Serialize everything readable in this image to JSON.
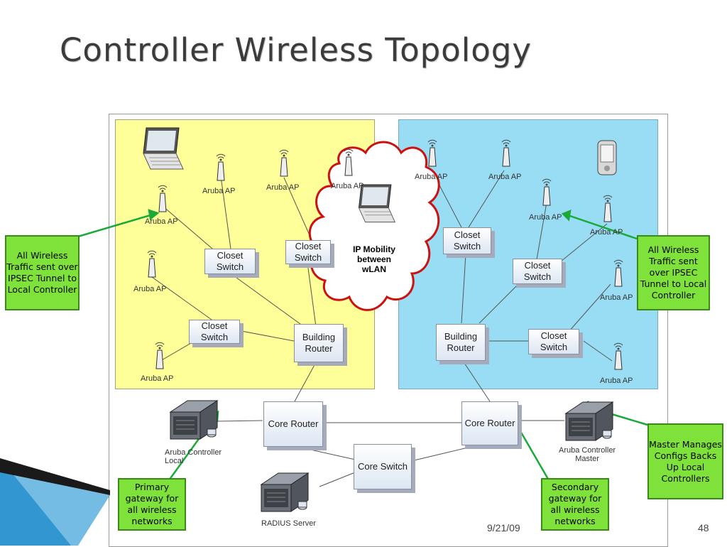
{
  "title": "Controller Wireless Topology",
  "nodes": {
    "closet_switch_label": "Closet Switch",
    "building_router_label": "Building Router",
    "core_router_label": "Core Router",
    "core_switch_label": "Core Switch",
    "aruba_ap_label": "Aruba AP",
    "controller_local_label": "Aruba Controller Local",
    "controller_master_label": "Aruba Controller Master",
    "radius_label": "RADIUS Server",
    "cloud_label": "IP Mobility between wLAN"
  },
  "callouts": {
    "left_traffic": "All Wireless Traffic sent over IPSEC Tunnel to Local Controller",
    "right_traffic": "All Wireless Traffic sent over IPSEC Tunnel to Local Controller",
    "master": "Master Manages Configs Backs Up Local Controllers",
    "primary": "Primary gateway for all wireless networks",
    "secondary": "Secondary gateway for all wireless networks"
  },
  "footer": {
    "date": "9/21/09",
    "page": "48"
  },
  "colors": {
    "left_zone": "#ffff99",
    "right_zone": "#99ddf5",
    "callout_fill": "#7fe23a",
    "arrow": "#1aaa3a",
    "cloud": "#d01010"
  },
  "icons": [
    "laptop-icon",
    "pda-icon",
    "wireless-ap-icon",
    "server-icon"
  ]
}
